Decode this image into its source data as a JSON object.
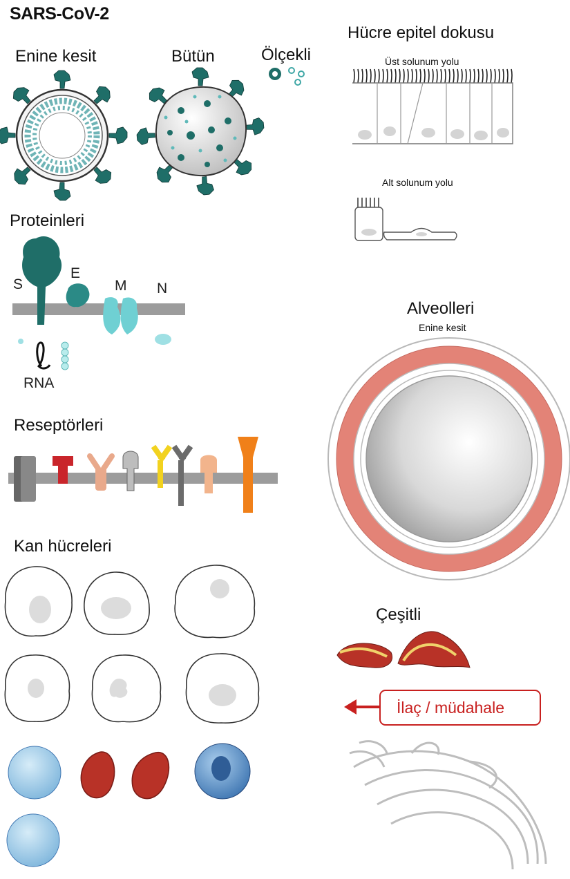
{
  "labels": {
    "title": "SARS-CoV-2",
    "cross_section": "Enine kesit",
    "whole": "Bütün",
    "scaled": "Ölçekli",
    "epithelial": "Hücre epitel dokusu",
    "upper_airway": "Üst solunum yolu",
    "lower_airway": "Alt solunum yolu",
    "proteins": "Proteinleri",
    "protein_s": "S",
    "protein_e": "E",
    "protein_m": "M",
    "protein_n": "N",
    "rna": "RNA",
    "alveoli": "Alveolleri",
    "alveoli_cross": "Enine kesit",
    "receptors": "Reseptörleri",
    "blood_cells": "Kan hücreleri",
    "misc": "Çeşitli",
    "drug": "İlaç / müdahale"
  },
  "colors": {
    "virus_teal": "#1f6e68",
    "protein_light": "#5fc3c6",
    "membrane_gray": "#9a9a9a",
    "alveoli_pink": "#e38377",
    "drug_red": "#c8201f",
    "rbc_red": "#b83227",
    "cell_blue": "#8fc3e4"
  },
  "icons": [
    "virus-cross-section-icon",
    "virus-whole-icon",
    "virus-scaled-icon",
    "epithelium-icon",
    "alveolus-icon",
    "receptor-icon",
    "blood-cell-icon",
    "muscle-tissue-icon",
    "endoplasmic-reticulum-icon",
    "arrow-left-icon"
  ]
}
